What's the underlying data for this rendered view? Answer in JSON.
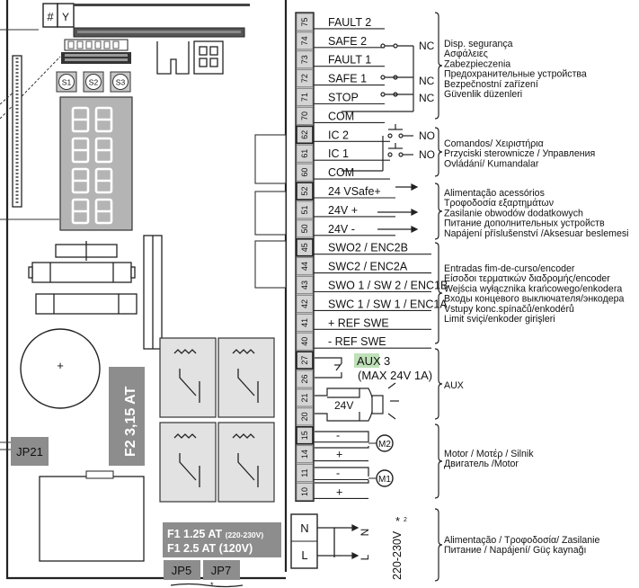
{
  "top_labels": {
    "hash": "#",
    "y": "Y"
  },
  "switch_labels": [
    "S1",
    "S2",
    "S3"
  ],
  "fuses": {
    "f2": "F2 3,15 AT",
    "f1_line1_main": "F1 1.25 AT",
    "f1_line1_small": "(220-230V)",
    "f1_line2": "F1  2.5 AT (120V)"
  },
  "jumpers": {
    "jp21": "JP21",
    "jp5": "JP5",
    "jp7": "JP7"
  },
  "terminals": [
    {
      "num": "75",
      "label": "FAULT 2"
    },
    {
      "num": "74",
      "label": "SAFE 2"
    },
    {
      "num": "73",
      "label": "FAULT 1"
    },
    {
      "num": "72",
      "label": "SAFE 1"
    },
    {
      "num": "71",
      "label": "STOP"
    },
    {
      "num": "70",
      "label": "COM"
    },
    {
      "num": "62",
      "label": "IC 2"
    },
    {
      "num": "61",
      "label": "IC 1"
    },
    {
      "num": "60",
      "label": "COM"
    },
    {
      "num": "52",
      "label": "24 VSafe+"
    },
    {
      "num": "51",
      "label": "24V +"
    },
    {
      "num": "50",
      "label": "24V -"
    },
    {
      "num": "45",
      "label": "SWO2 / ENC2B"
    },
    {
      "num": "44",
      "label": "SWC2 / ENC2A"
    },
    {
      "num": "43",
      "label": "SWO 1 / SW 2 / ENC1B"
    },
    {
      "num": "42",
      "label": "SWC 1 / SW 1 / ENC1A"
    },
    {
      "num": "41",
      "label": "+ REF SWE"
    },
    {
      "num": "40",
      "label": "- REF SWE"
    },
    {
      "num": "27",
      "label": ""
    },
    {
      "num": "26",
      "label": ""
    },
    {
      "num": "21",
      "label": ""
    },
    {
      "num": "20",
      "label": ""
    },
    {
      "num": "15",
      "label": "-"
    },
    {
      "num": "14",
      "label": "+"
    },
    {
      "num": "11",
      "label": "-"
    },
    {
      "num": "10",
      "label": "+"
    }
  ],
  "power_terminals": {
    "n": "N",
    "l": "L"
  },
  "contact_labels": {
    "nc": "NC",
    "no": "NO"
  },
  "aux_labels": {
    "aux": "AUX",
    "aux_num": "3",
    "aux_rating": "(MAX 24V 1A)",
    "lamp_voltage": "24V"
  },
  "motor_labels": {
    "m2": "M2",
    "m1": "M1"
  },
  "power_labels": {
    "voltage": "220-230V",
    "mark": "*",
    "sup": "2",
    "n": "N",
    "l": "L"
  },
  "groups": {
    "safety": [
      "Disp. segurança",
      "Ασφάλειες",
      "Zabezpieczenia",
      "Предохранительные устройства",
      "Bezpečnostní zařízení",
      "Güvenlik düzenleri"
    ],
    "commands": [
      "Comandos/ Χειριστήρια",
      "Przyciski sterownicze / Управления",
      "Ovládání/ Kumandalar"
    ],
    "accessories": [
      "Alimentação acessórios",
      "Τροφοδοσία εξαρτημάτων",
      "Zasilanie obwodów dodatkowych",
      "Питание дополнительных устройств",
      "Napájení příslušenství /Aksesuar beslemesi"
    ],
    "limit": [
      "Entradas fim-de-curso/encoder",
      "Είσοδοι τερματικών διαδρομής/encoder",
      "Wejścia wyłącznika krańcowego/enkodera",
      "Входы концевого выключателя/энкодера",
      "Vstupy konc.spínačů/enkodérů",
      "Limit sviçi/enkoder girişleri"
    ],
    "aux": [
      "AUX"
    ],
    "motor": [
      "Motor / Μοτέρ / Silnik",
      "Двигатель /Motor"
    ],
    "supply": [
      "Alimentação / Τροφοδοσία/ Zasilanie",
      "Питание / Napájení/ Güç kaynağı"
    ]
  }
}
